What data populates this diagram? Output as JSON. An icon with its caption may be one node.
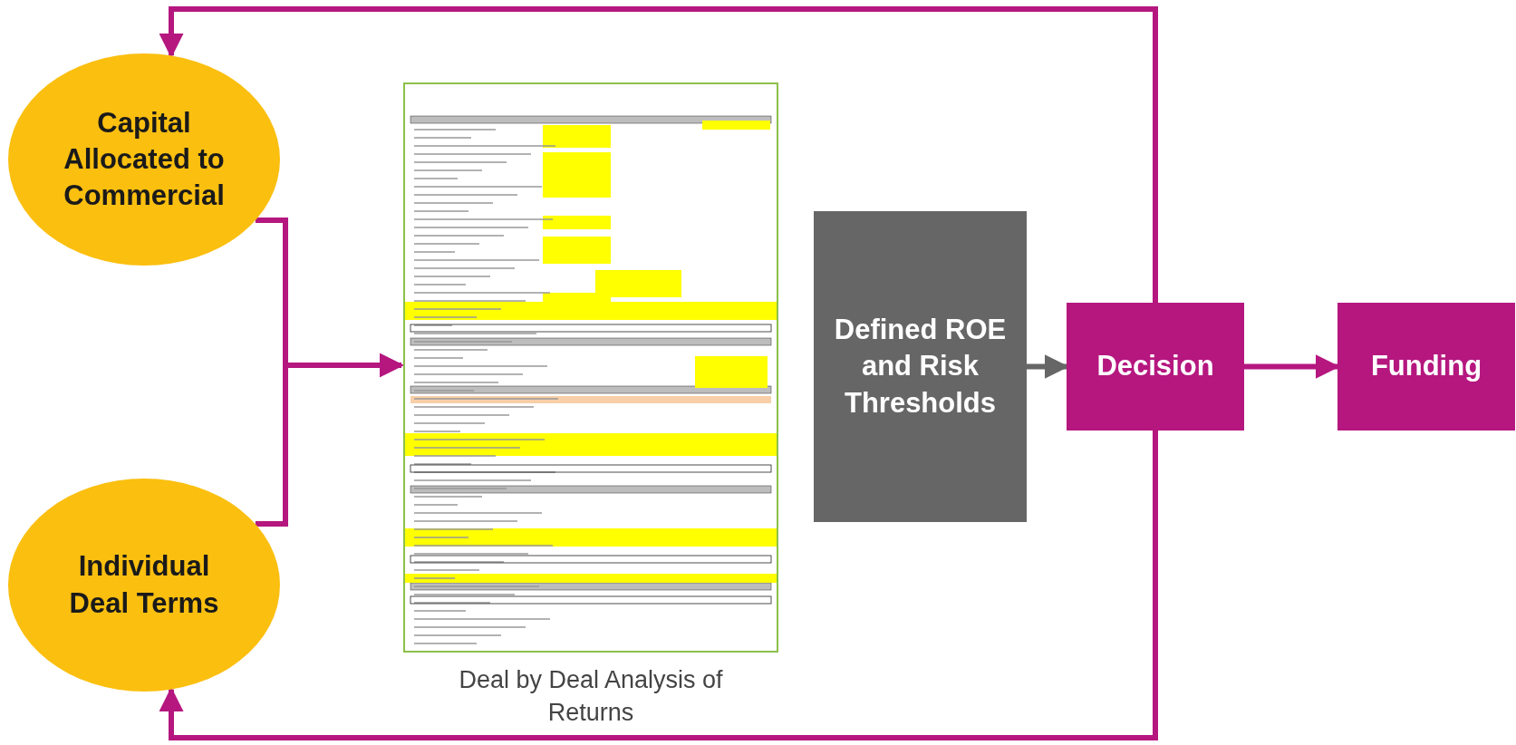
{
  "diagram": {
    "nodes": [
      {
        "text": [
          "Capital Allocated to Commercial"
        ]
      },
      {
        "text": [
          "Individual Deal Terms"
        ]
      },
      {
        "text": [],
        "shape": "picture",
        "beside": [
          "Deal by Deal Analysis of Returns"
        ]
      },
      {
        "text": [
          "Defined ROE and Risk Thresholds"
        ]
      },
      {
        "text": [
          "Decision"
        ]
      },
      {
        "text": [
          "Funding"
        ]
      }
    ],
    "edges": [
      {
        "from": 0,
        "to": 2,
        "arrow": "to"
      },
      {
        "from": 1,
        "to": 2,
        "arrow": "to"
      },
      {
        "from": 3,
        "to": 4,
        "arrow": "to",
        "color": "#666666"
      },
      {
        "from": 4,
        "to": 5,
        "arrow": "to"
      },
      {
        "from": 4,
        "to": 0,
        "arrow": "to"
      },
      {
        "from": 4,
        "to": 1,
        "arrow": "to"
      }
    ]
  }
}
